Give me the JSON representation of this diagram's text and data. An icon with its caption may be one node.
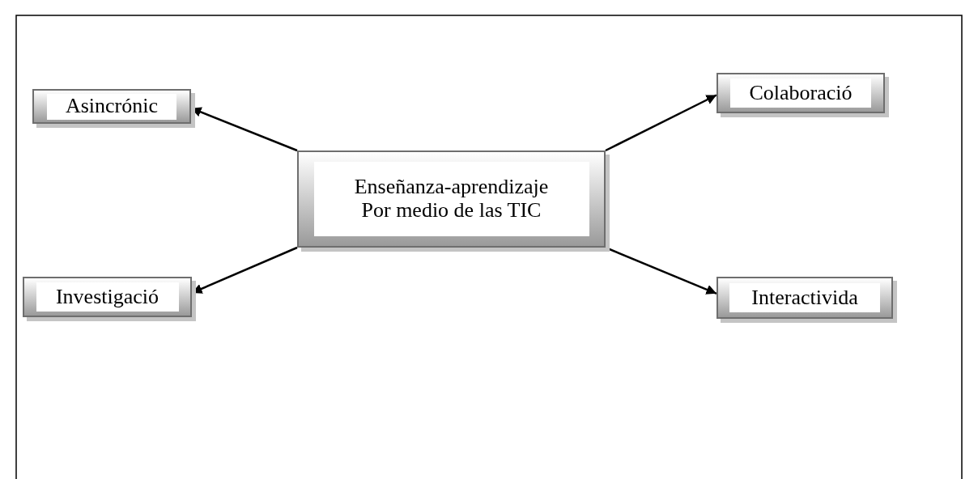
{
  "diagram": {
    "nodes": [
      {
        "text": [
          "Enseñanza-aprendizaje",
          "Por medio de las TIC"
        ]
      },
      {
        "text": [
          "Asincrónic"
        ]
      },
      {
        "text": [
          "Colaboració"
        ]
      },
      {
        "text": [
          "Investigació"
        ]
      },
      {
        "text": [
          "Interactivida"
        ]
      }
    ],
    "edges": [
      {
        "from": 0,
        "to": 1,
        "arrow": "to"
      },
      {
        "from": 0,
        "to": 2,
        "arrow": "to"
      },
      {
        "from": 0,
        "to": 3,
        "arrow": "to"
      },
      {
        "from": 0,
        "to": 4,
        "arrow": "to"
      }
    ]
  }
}
